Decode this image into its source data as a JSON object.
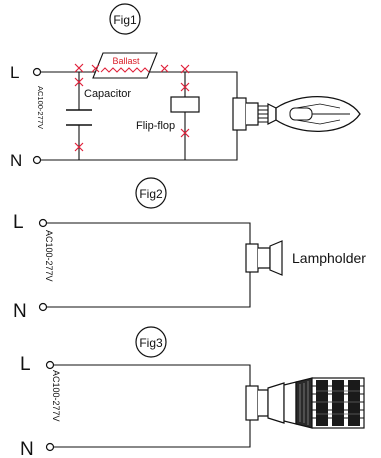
{
  "figures": {
    "fig1": {
      "title": "Fig1",
      "line_label": "L",
      "neutral_label": "N",
      "voltage": "AC100-277V",
      "ballast_label": "Ballast",
      "capacitor_label": "Capacitor",
      "flipflop_label": "Flip-flop"
    },
    "fig2": {
      "title": "Fig2",
      "line_label": "L",
      "neutral_label": "N",
      "voltage": "AC100-277V",
      "lampholder_label": "Lampholder"
    },
    "fig3": {
      "title": "Fig3",
      "line_label": "L",
      "neutral_label": "N",
      "voltage": "AC100-277V"
    }
  },
  "colors": {
    "wire": "#111111",
    "cut_mark": "#e0213a",
    "ballast_text": "#d9202a"
  }
}
